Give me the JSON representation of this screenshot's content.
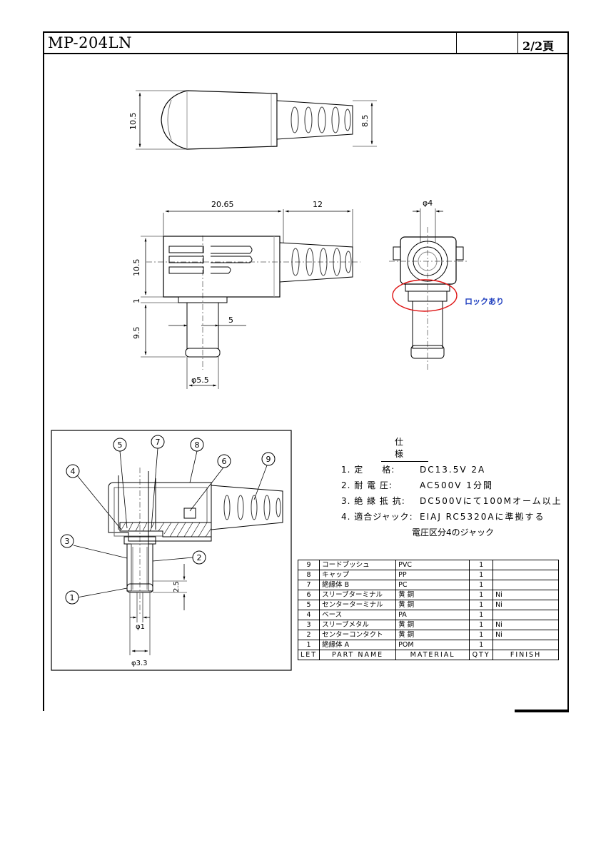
{
  "header": {
    "part_number": "MP-204LN",
    "page": "2/2頁"
  },
  "dimensions": {
    "top_height": "10.5",
    "boot_height": "8.5",
    "body_length": "20.65",
    "boot_length": "12",
    "side_height": "10.5",
    "flange": "1",
    "pin_length": "9.5",
    "pin_offset": "5",
    "pin_diameter": "φ5.5",
    "hole_diameter": "φ4",
    "section_gap": "2.5",
    "inner_diameter": "φ1",
    "outer_diameter": "φ3.3"
  },
  "lock_note": "ロックあり",
  "balloons": [
    "1",
    "2",
    "3",
    "4",
    "5",
    "6",
    "7",
    "8",
    "9"
  ],
  "specs": {
    "title": "仕 様",
    "rows": [
      {
        "label": "1. 定　　格:",
        "value": "DC13.5V 2A"
      },
      {
        "label": "2. 耐 電 圧:",
        "value": "AC500V 1分間"
      },
      {
        "label": "3. 絶 縁 抵 抗:",
        "value": "DC500Vにて100Mオーム以上"
      },
      {
        "label": "4. 適合ジャック:",
        "value": "EIAJ RC5320Aに準拠する"
      }
    ],
    "note": "電圧区分4のジャック"
  },
  "parts_table": {
    "rows": [
      {
        "let": "9",
        "name": "コードブッシュ",
        "material": "PVC",
        "qty": "1",
        "finish": ""
      },
      {
        "let": "8",
        "name": "キャップ",
        "material": "PP",
        "qty": "1",
        "finish": ""
      },
      {
        "let": "7",
        "name": "絶縁体 B",
        "material": "PC",
        "qty": "1",
        "finish": ""
      },
      {
        "let": "6",
        "name": "スリーブターミナル",
        "material": "黄 銅",
        "qty": "1",
        "finish": "Ni"
      },
      {
        "let": "5",
        "name": "センターターミナル",
        "material": "黄 銅",
        "qty": "1",
        "finish": "Ni"
      },
      {
        "let": "4",
        "name": "ベース",
        "material": "PA",
        "qty": "1",
        "finish": ""
      },
      {
        "let": "3",
        "name": "スリーブメタル",
        "material": "黄 銅",
        "qty": "1",
        "finish": "Ni"
      },
      {
        "let": "2",
        "name": "センターコンタクト",
        "material": "黄 銅",
        "qty": "1",
        "finish": "Ni"
      },
      {
        "let": "1",
        "name": "絶縁体 A",
        "material": "POM",
        "qty": "1",
        "finish": ""
      }
    ],
    "header": {
      "let": "LET",
      "name": "PART NAME",
      "material": "MATERIAL",
      "qty": "QTY",
      "finish": "FINISH"
    }
  }
}
